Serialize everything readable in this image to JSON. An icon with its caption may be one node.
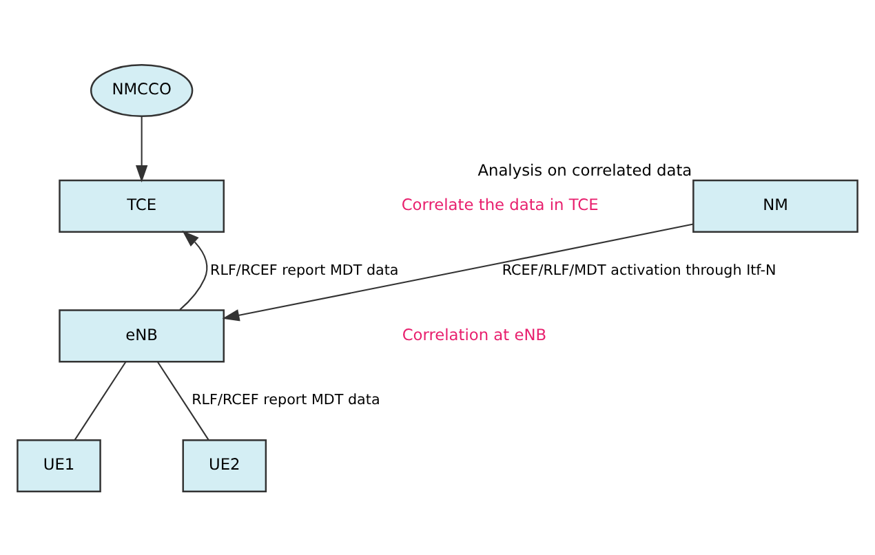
{
  "diagram": {
    "nodes": [
      {
        "text": [
          "NMCCO"
        ]
      },
      {
        "text": [
          "NM"
        ],
        "beside": [
          "Analysis on correlated data"
        ]
      },
      {
        "text": [
          "TCE"
        ]
      },
      {
        "text": [
          "eNB"
        ]
      },
      {
        "text": [
          "UE1"
        ]
      },
      {
        "text": [
          "UE2"
        ]
      }
    ],
    "edges": [
      {
        "from": 0,
        "to": 2,
        "arrow": "to"
      },
      {
        "from": 1,
        "to": 3,
        "arrow": "to",
        "label": "RCEF/RLF/MDT activation through Itf-N"
      },
      {
        "from": 3,
        "to": 2,
        "arrow": "to",
        "label": "RLF/RCEF report MDT data"
      },
      {
        "from": 3,
        "to": 4,
        "arrow": "none"
      },
      {
        "from": 3,
        "to": 5,
        "arrow": "none",
        "label": "RLF/RCEF report MDT data"
      }
    ],
    "labels": [
      "Correlate the data in TCE",
      "Correlation at eNB"
    ]
  }
}
